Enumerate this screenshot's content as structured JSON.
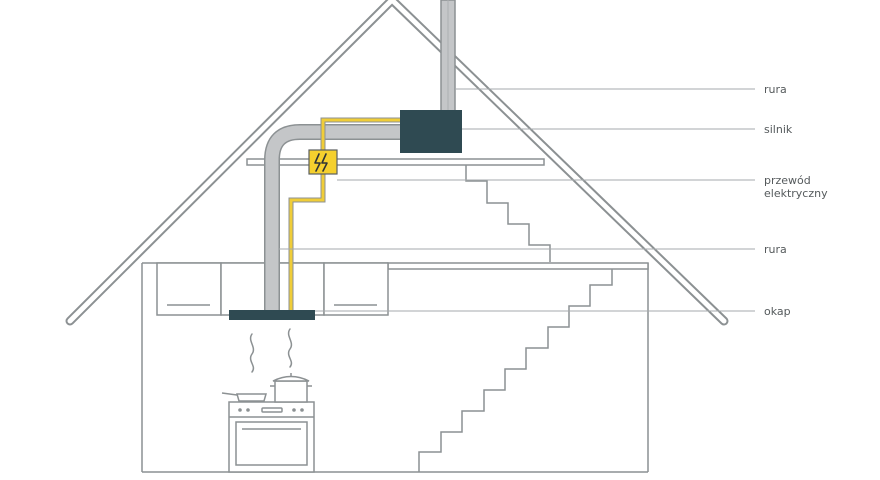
{
  "labels": {
    "pipe_top": "rura",
    "motor": "silnik",
    "electric_cable": "przewód\nelektryczny",
    "pipe_mid": "rura",
    "hood": "okap"
  },
  "icons": {
    "junction_box": "lightning-icon"
  },
  "colors": {
    "outline": "#8c9193",
    "duct_fill": "#c4c6c8",
    "motor": "#2f4a52",
    "cable": "#f0cd38",
    "junction_box": "#f5d02e",
    "label_text": "#555a5c",
    "leader": "#a6aaac"
  }
}
